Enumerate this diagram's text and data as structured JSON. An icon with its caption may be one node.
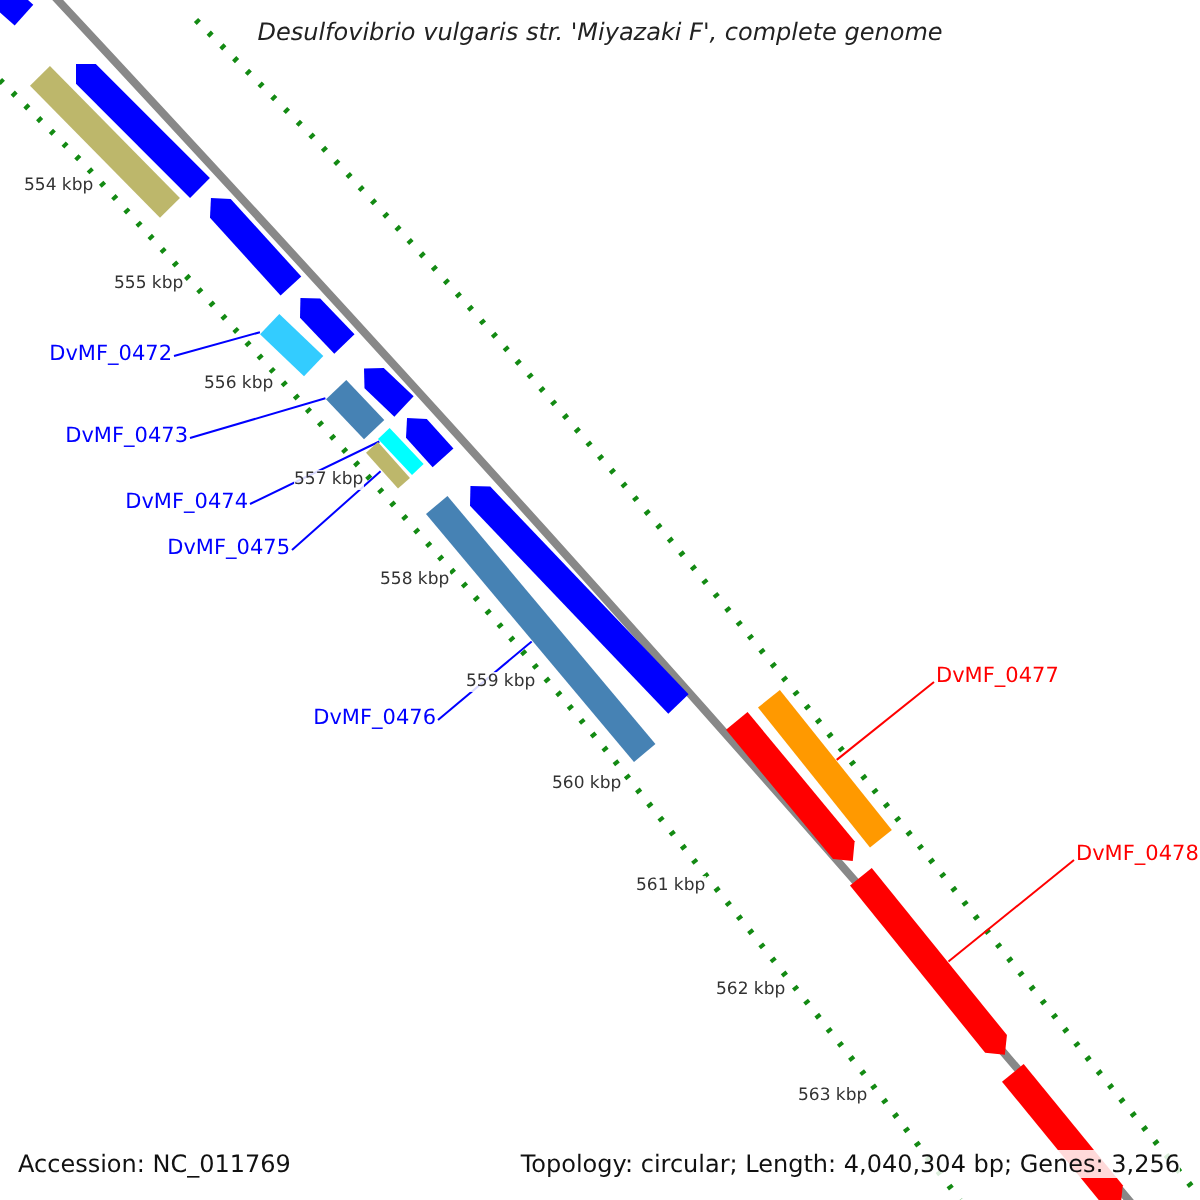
{
  "diagram": {
    "title": "Desulfovibrio vulgaris str. 'Miyazaki F', complete genome",
    "nodes": [
      {
        "text": [],
        "shape": "bar"
      },
      {
        "text": [],
        "shape": "bar"
      },
      {
        "text": [],
        "shape": "bar"
      },
      {
        "text": [],
        "shape": "bar"
      },
      {
        "text": [],
        "shape": "bar"
      },
      {
        "text": [],
        "shape": "bar"
      },
      {
        "text": [],
        "shape": "bar"
      },
      {
        "text": [],
        "shape": "bar"
      },
      {
        "text": [],
        "shape": "bar"
      },
      {
        "text": [],
        "shape": "bar"
      },
      {
        "text": [],
        "shape": "bar"
      },
      {
        "text": [],
        "shape": "bar"
      },
      {
        "text": [],
        "shape": "bar"
      },
      {
        "text": [],
        "shape": "bar"
      },
      {
        "text": [],
        "shape": "bar"
      },
      {
        "text": [],
        "shape": "bar"
      },
      {
        "text": [],
        "shape": "bar"
      },
      {
        "text": [
          "DvMF_0472"
        ]
      },
      {
        "text": [
          "DvMF_0473"
        ]
      },
      {
        "text": [
          "DvMF_0474"
        ]
      },
      {
        "text": [
          "DvMF_0475"
        ]
      },
      {
        "text": [
          "DvMF_0476"
        ]
      },
      {
        "text": [
          "DvMF_0477"
        ]
      },
      {
        "text": [
          "DvMF_0478"
        ]
      }
    ],
    "edges": [
      {
        "from": 17,
        "to": 5,
        "arrow": "none"
      },
      {
        "from": 18,
        "to": 7,
        "arrow": "none"
      },
      {
        "from": 19,
        "to": 9,
        "arrow": "none"
      },
      {
        "from": 20,
        "to": 10,
        "arrow": "none"
      },
      {
        "from": 21,
        "to": 12,
        "arrow": "none"
      },
      {
        "from": 22,
        "to": 14,
        "arrow": "none",
        "color": "#ff0000"
      },
      {
        "from": 23,
        "to": 15,
        "arrow": "none",
        "color": "#ff0000"
      }
    ],
    "labels": [
      "554 kbp",
      "555 kbp",
      "556 kbp",
      "557 kbp",
      "558 kbp",
      "559 kbp",
      "560 kbp",
      "561 kbp",
      "562 kbp",
      "563 kbp",
      "Accession: NC_011769",
      "Topology: circular; Length: 4,040,304 bp; Genes: 3,256"
    ]
  }
}
